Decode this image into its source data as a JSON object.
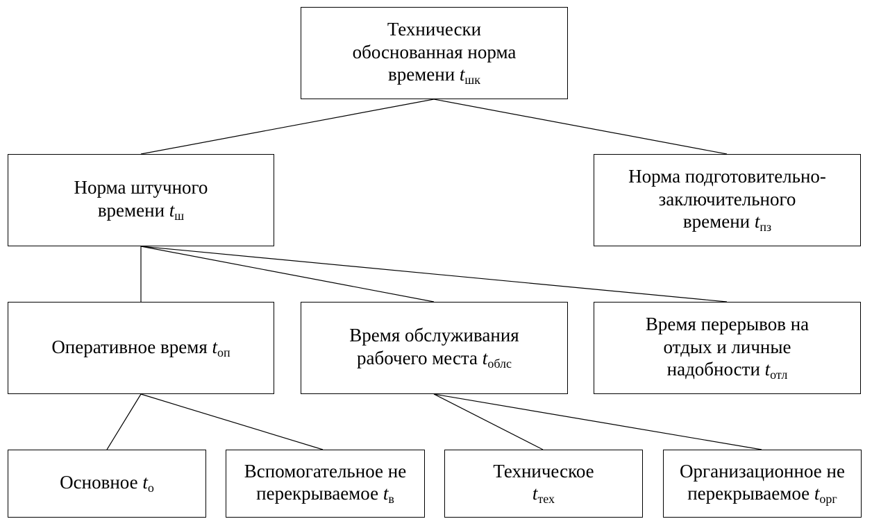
{
  "nodes": {
    "root": {
      "lines": [
        "Технически",
        "обоснованная норма"
      ],
      "last": "времени",
      "sym": "t",
      "sub": "шк"
    },
    "shtuch": {
      "lines": [
        "Норма штучного"
      ],
      "last": "времени",
      "sym": "t",
      "sub": "ш"
    },
    "podgot": {
      "lines": [
        "Норма подготовительно-",
        "заключительного"
      ],
      "last": "времени",
      "sym": "t",
      "sub": "пз"
    },
    "operativ": {
      "lines": [],
      "last": "Оперативное время",
      "sym": "t",
      "sub": "оп"
    },
    "obsluzh": {
      "lines": [
        "Время обслуживания"
      ],
      "last": "рабочего места",
      "sym": "t",
      "sub": "облс"
    },
    "pereryv": {
      "lines": [
        "Время перерывов на",
        "отдых и личные"
      ],
      "last": "надобности",
      "sym": "t",
      "sub": "отл"
    },
    "osnov": {
      "lines": [],
      "last": "Основное",
      "sym": "t",
      "sub": "о"
    },
    "vspom": {
      "lines": [
        "Вспомогательное не"
      ],
      "last": "перекрываемое",
      "sym": "t",
      "sub": "в"
    },
    "tehnich": {
      "lines": [
        "Техническое"
      ],
      "last": "",
      "sym": "t",
      "sub": "тех"
    },
    "organiz": {
      "lines": [
        "Организационное не"
      ],
      "last": "перекрываемое",
      "sym": "t",
      "sub": "орг"
    }
  }
}
